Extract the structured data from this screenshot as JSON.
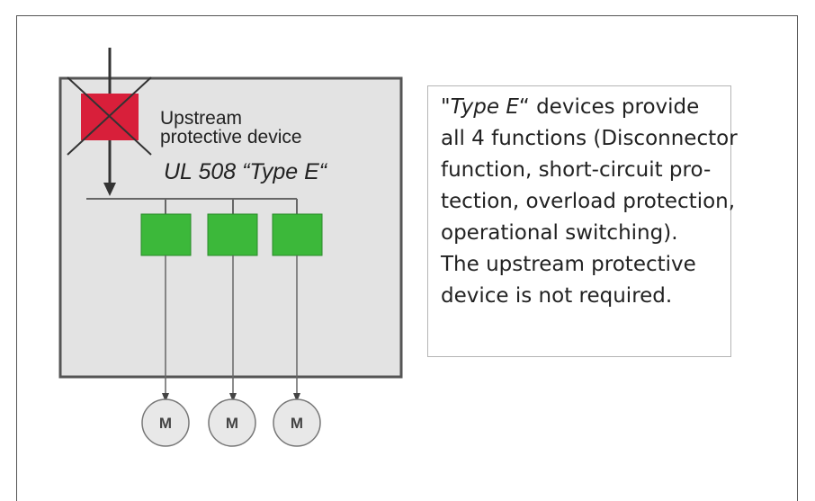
{
  "diagram": {
    "upstream_label_line1": "Upstream",
    "upstream_label_line2": "protective device",
    "ul_label": "UL 508 “Type E“",
    "motors": [
      "M",
      "M",
      "M"
    ],
    "colors": {
      "cabinet_fill": "#e3e3e3",
      "cabinet_border": "#555555",
      "upstream_device": "#d81f3a",
      "starter": "#3cb83a",
      "motor_fill": "#e8e8e8"
    }
  },
  "info": {
    "line1_prefix": "\"",
    "line1_emphasis": "Type E",
    "line1_rest": "“ devices provide",
    "lines": [
      "all 4 functions (Disconnector",
      "function, short-circuit pro-",
      "tection, overload protection,",
      "operational switching).",
      "The upstream protective",
      "device is not required."
    ]
  }
}
